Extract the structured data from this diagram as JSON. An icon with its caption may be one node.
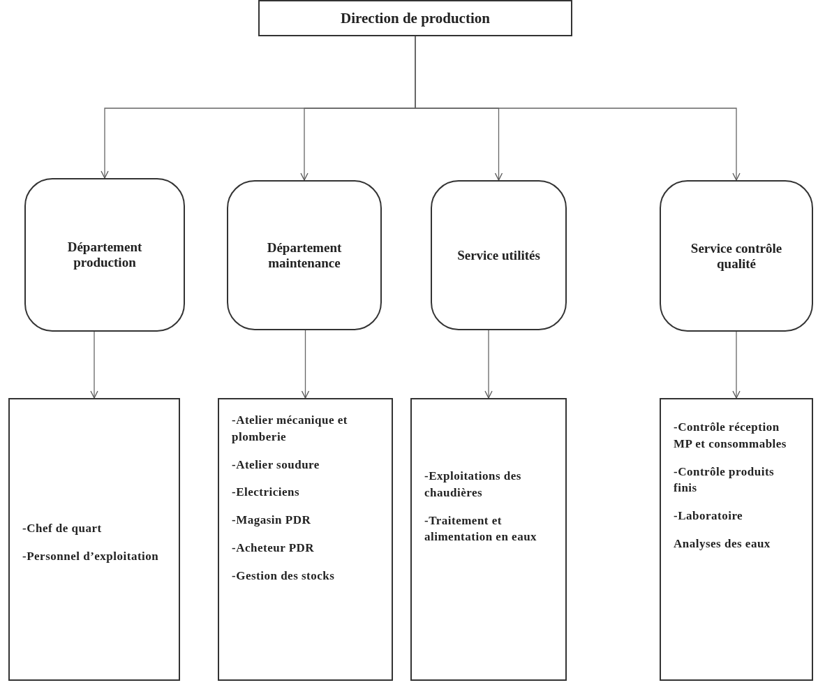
{
  "diagram": {
    "nodes": [
      {
        "text": [
          "Direction de production"
        ]
      },
      {
        "text": [
          "Département production"
        ]
      },
      {
        "text": [
          "Département maintenance"
        ]
      },
      {
        "text": [
          "Service utilités"
        ]
      },
      {
        "text": [
          "Service contrôle qualité"
        ]
      },
      {
        "text": [
          "-Chef de quart",
          "-Personnel d’exploitation"
        ]
      },
      {
        "text": [
          "-Atelier mécanique et plomberie",
          "-Atelier soudure",
          "-Electriciens",
          "-Magasin PDR",
          "-Acheteur PDR",
          "-Gestion des stocks"
        ]
      },
      {
        "text": [
          "-Exploitations des chaudières",
          "-Traitement et alimentation en eaux"
        ]
      },
      {
        "text": [
          "-Contrôle réception MP et consommables",
          "-Contrôle produits finis",
          "-Laboratoire",
          "Analyses des eaux"
        ]
      }
    ],
    "edges": [
      {
        "from": 0,
        "to": 1,
        "arrow": "to"
      },
      {
        "from": 0,
        "to": 2,
        "arrow": "to"
      },
      {
        "from": 0,
        "to": 3,
        "arrow": "to"
      },
      {
        "from": 0,
        "to": 4,
        "arrow": "to"
      },
      {
        "from": 1,
        "to": 5,
        "arrow": "to"
      },
      {
        "from": 2,
        "to": 6,
        "arrow": "to"
      },
      {
        "from": 3,
        "to": 7,
        "arrow": "to"
      },
      {
        "from": 4,
        "to": 8,
        "arrow": "to"
      }
    ]
  }
}
